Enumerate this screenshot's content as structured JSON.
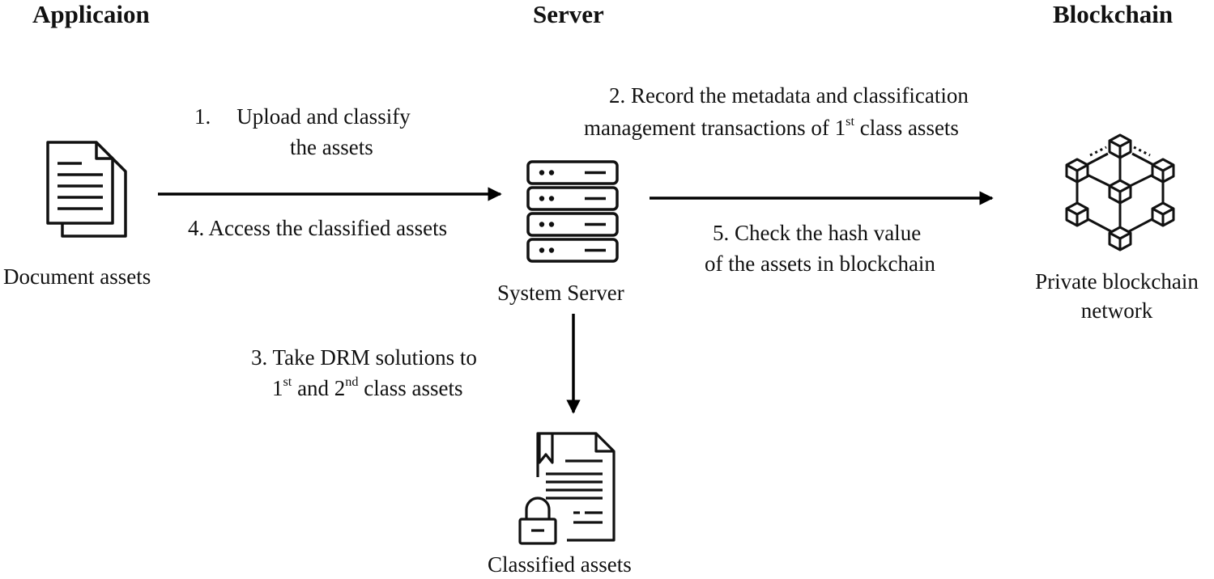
{
  "headers": {
    "application": "Applicaion",
    "server": "Server",
    "blockchain": "Blockchain"
  },
  "nodes": {
    "document": {
      "label": "Document assets",
      "icon": "documents-icon"
    },
    "server": {
      "label": "System Server",
      "icon": "server-icon"
    },
    "blockchain": {
      "label_line1": "Private blockchain",
      "label_line2": "network",
      "icon": "blockchain-network-icon"
    },
    "classified": {
      "label": "Classified assets",
      "icon": "locked-document-icon"
    }
  },
  "steps": {
    "s1": {
      "line1_num": "1.",
      "line1_text": "Upload and classify",
      "line2": "the assets"
    },
    "s2": {
      "line1": "2. Record the metadata and classification",
      "line2_pre": "management transactions of 1",
      "line2_sup": "st",
      "line2_post": " class assets"
    },
    "s3": {
      "line1": "3. Take DRM solutions to",
      "line2_a": "1",
      "line2_sup1": "st",
      "line2_b": " and 2",
      "line2_sup2": "nd",
      "line2_c": " class assets"
    },
    "s4": {
      "text": "4. Access the classified assets"
    },
    "s5": {
      "line1": "5. Check the hash value",
      "line2": "of the assets in blockchain"
    }
  }
}
